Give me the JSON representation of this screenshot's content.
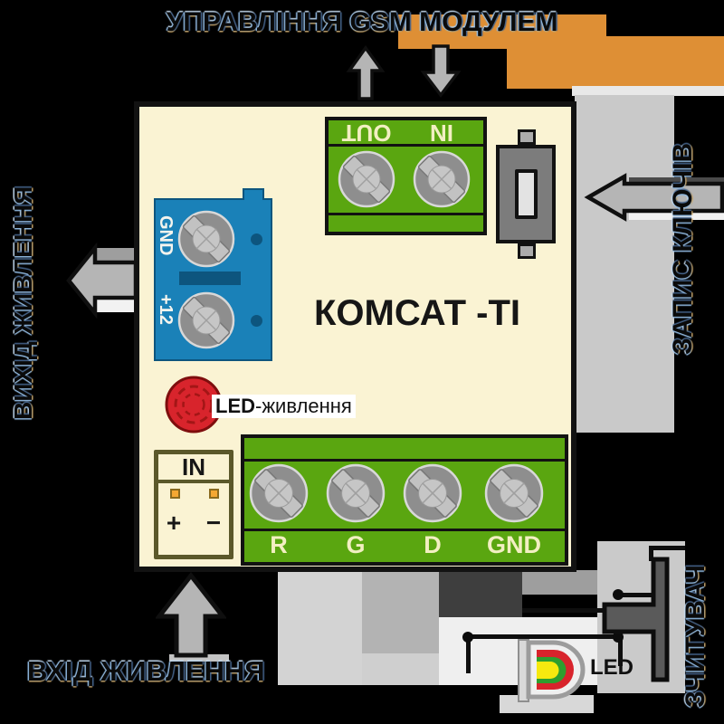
{
  "annotations": {
    "gsm_control": "УПРАВЛІННЯ GSM МОДУЛЕМ",
    "power_output": "ВИХІД ЖИВЛЕННЯ",
    "key_writing": "ЗАПИС КЛЮЧІВ",
    "power_input": "ВХІД ЖИВЛЕННЯ",
    "reader": "ЗЧИТУВАЧ",
    "external_led": "LED"
  },
  "board": {
    "title": "КОМСАТ -TI",
    "gsm_terminal": {
      "out": "OUT",
      "in": "IN"
    },
    "power_terminal": {
      "gnd": "GND",
      "plus12": "+12"
    },
    "power_led": {
      "bold": "LED",
      "rest": "-живлення"
    },
    "input_connector": {
      "label": "IN",
      "plus": "+",
      "minus": "−"
    },
    "reader_terminal": {
      "r": "R",
      "g": "G",
      "d": "D",
      "gnd": "GND"
    }
  },
  "colors": {
    "board_fill": "#FAF3D3",
    "terminal_green": "#5AA610",
    "terminal_blue": "#1A81B8",
    "blue_dark": "#0D557E",
    "led_red": "#D8242C",
    "pin_orange": "#F5A833",
    "connector_border_olive": "#5B582A",
    "arrow_gray": "#B5B5B5",
    "panel_gray": "#C9C9C9",
    "artifact_orange": "#DE8F35"
  }
}
